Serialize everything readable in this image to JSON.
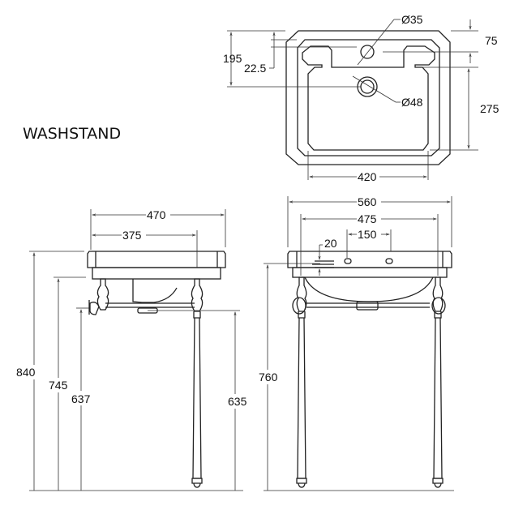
{
  "title": "WASHSTAND",
  "plan_view": {
    "tap_hole_diameter": "Ø35",
    "waste_diameter": "Ø48",
    "dim_195": "195",
    "dim_22_5": "22.5",
    "dim_75": "75",
    "dim_275": "275",
    "dim_420": "420"
  },
  "side_view": {
    "dim_470": "470",
    "dim_375": "375",
    "dim_840": "840",
    "dim_745": "745",
    "dim_637": "637",
    "dim_635": "635"
  },
  "front_view": {
    "dim_560": "560",
    "dim_475": "475",
    "dim_150": "150",
    "dim_20": "20",
    "dim_760": "760"
  }
}
